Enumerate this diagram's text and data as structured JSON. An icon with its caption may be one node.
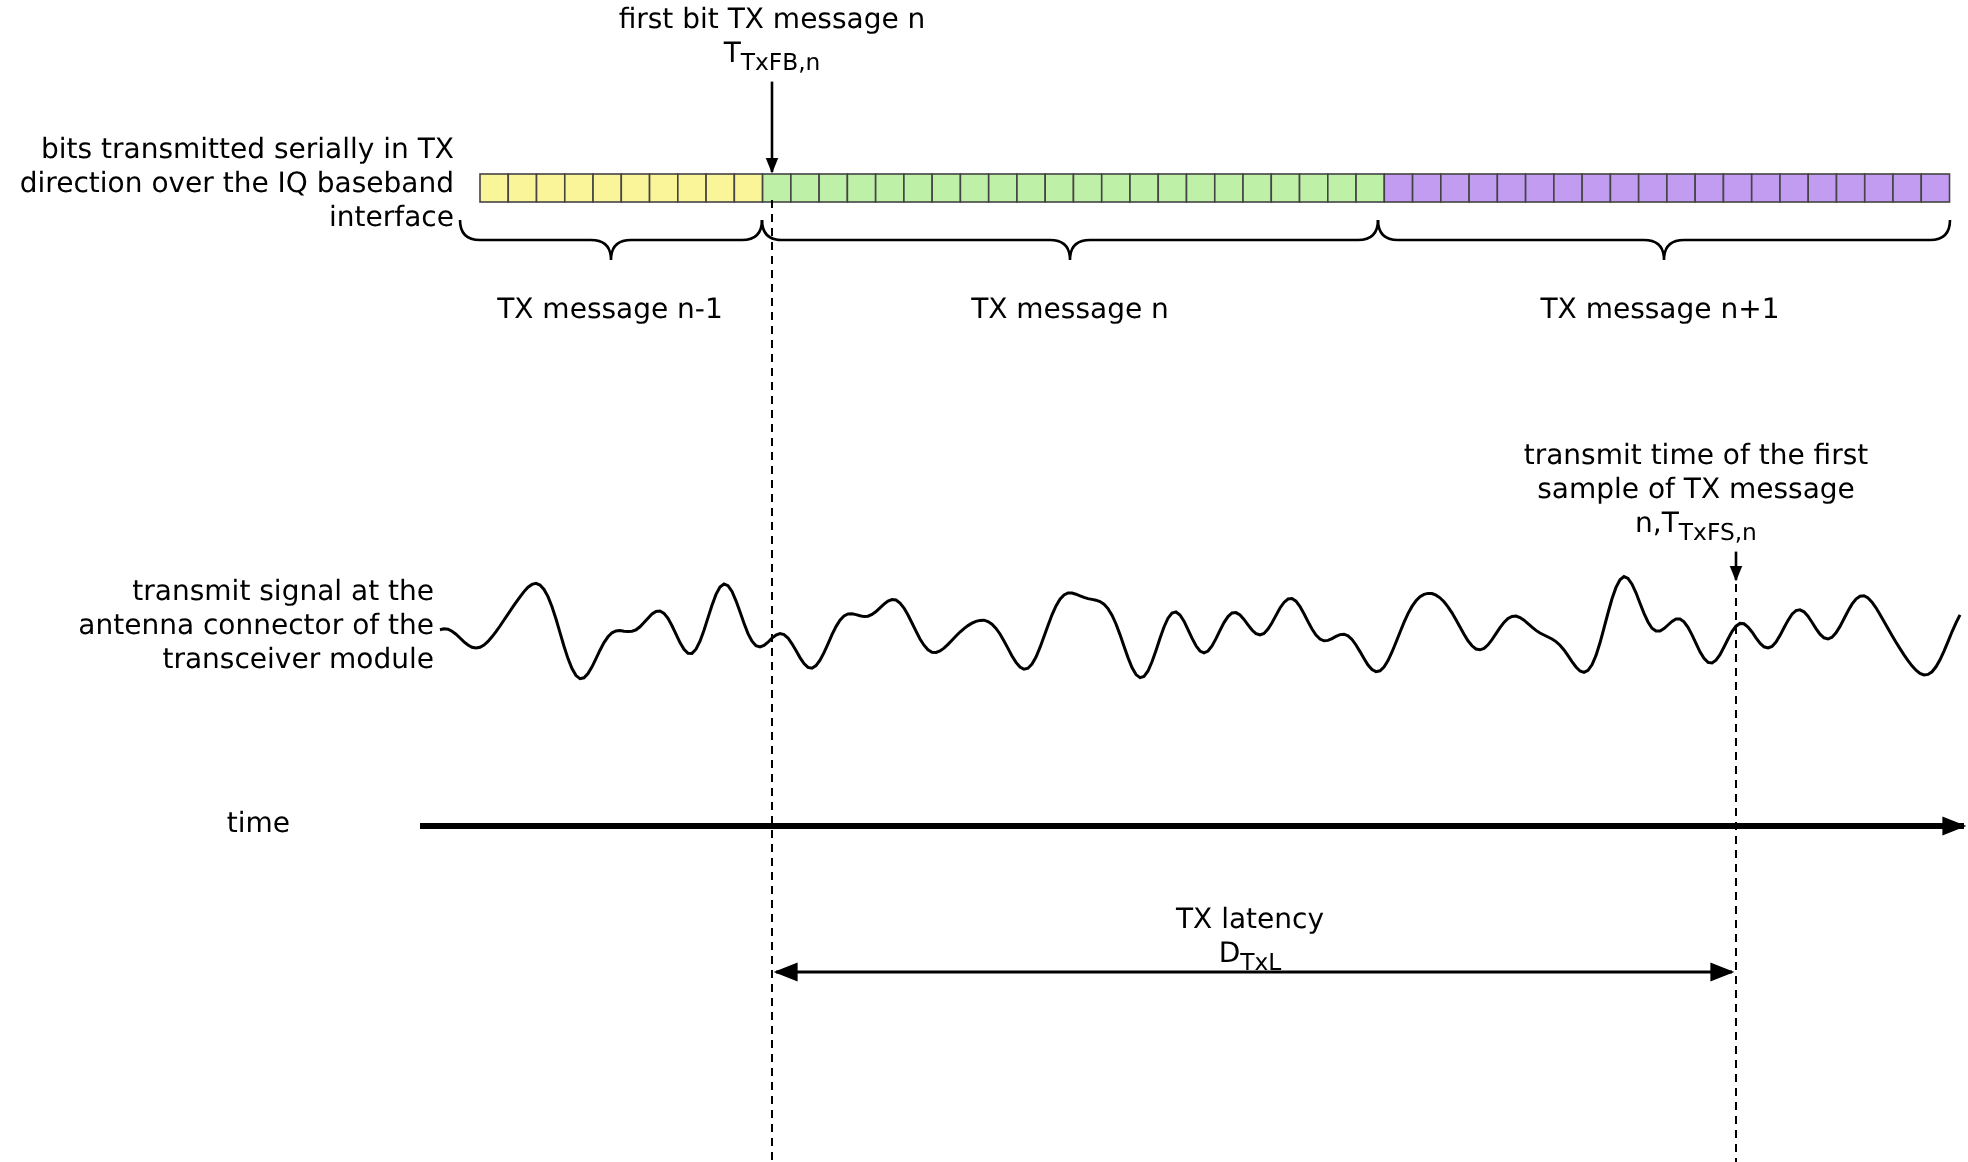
{
  "diagram": {
    "nodes": [
      {
        "text": [
          "first bit TX message n",
          "T$_{TxFB,n}$"
        ]
      },
      {
        "text": [
          "transmit time of the first sample of TX message n,T$_{TxFS,n}$"
        ]
      }
    ],
    "edges": [
      {
        "from": 0,
        "to": null,
        "arrow": "to"
      },
      {
        "from": 1,
        "to": null,
        "arrow": "to"
      }
    ],
    "labels": [
      "bits transmitted serially in TX direction over the IQ baseband interface",
      "TX message n-1",
      "TX message n",
      "TX message n+1",
      "transmit signal at the antenna connector of the transceiver module",
      "time",
      "TX latency",
      "D$_{TxL}$"
    ]
  }
}
